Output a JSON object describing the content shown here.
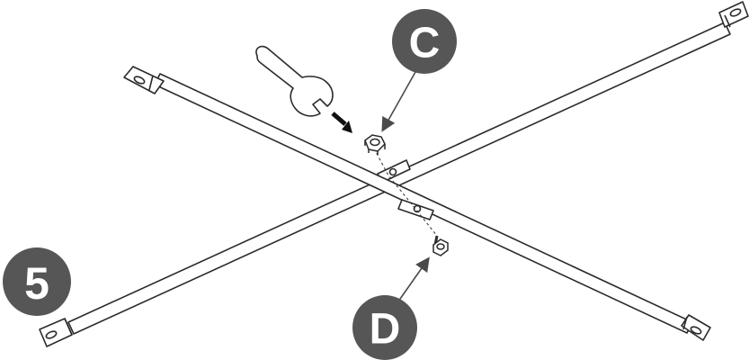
{
  "diagram": {
    "step_number": "5",
    "part_labels": {
      "nut": "C",
      "bolt": "D"
    },
    "colors": {
      "badge": "#565656",
      "badge_text": "#ffffff",
      "stroke": "#2b2b2b",
      "fill": "#ffffff"
    },
    "icons": [
      "wrench-icon",
      "hex-nut-icon",
      "hex-bolt-icon",
      "arrow-icon"
    ]
  }
}
